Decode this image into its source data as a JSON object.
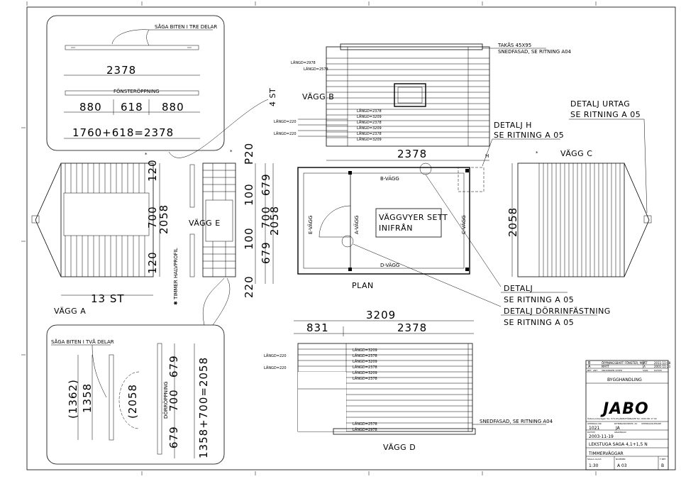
{
  "top_inset": {
    "note": "SÅGA BITEN I TRE DELAR",
    "dim_total": "2378",
    "window_label": "FÖNSTERÖPPNING",
    "dims": [
      "880",
      "618",
      "880"
    ],
    "formula": "1760+618=2378"
  },
  "wall_b": {
    "title": "VÄGG B",
    "left_lengths": [
      "LÄNGD=2978",
      "LÄNGD=2578",
      "LÄNGD=220",
      "LÄNGD=220"
    ],
    "right_lengths": [
      "LÄNGD=2378",
      "LÄNGD=3209",
      "LÄNGD=2378",
      "LÄNGD=3209",
      "LÄNGD=2378",
      "LÄNGD=3209"
    ],
    "roof_note_1": "TAKÅS 45X95",
    "roof_note_2": "SNEDFASAD, SE RITNING A04",
    "count": "4 ST",
    "dim_bottom": "2378"
  },
  "detail_h": {
    "line1": "DETALJ H",
    "line2": "SE RITNING A 05",
    "marker": "H"
  },
  "detail_urtag": {
    "line1": "DETALJ URTAG",
    "line2": "SE RITNING A 05"
  },
  "wall_c": {
    "title": "VÄGG C",
    "dim": "2058",
    "star": "*"
  },
  "wall_a": {
    "title": "VÄGG A",
    "count": "13 ST",
    "dims": [
      "120",
      "700",
      "2058",
      "120"
    ],
    "star": "*"
  },
  "wall_e": {
    "title": "VÄGG E",
    "profile_note": "✱ TIMMER HALVPROFIL",
    "dims_top": [
      "P20",
      "679",
      "100",
      "700",
      "2058",
      "100",
      "679",
      "220"
    ],
    "star": "*"
  },
  "plan": {
    "title": "PLAN",
    "b_wall": "B-VÄGG",
    "d_wall": "D-VÄGG",
    "e_wall": "E-VÄGG",
    "a_wall": "A-VÄGG",
    "c_wall": "C-VÄGG",
    "box_line1": "VÄGGVYER SETT",
    "box_line2": "INIFRÅN"
  },
  "detail_door": {
    "line1": "DETALJ",
    "line2": "SE RITNING A 05",
    "line3": "DETALJ DÖRRINFÄSTNING",
    "line4": "SE RITNING A 05"
  },
  "wall_d": {
    "title": "VÄGG D",
    "dim_total": "3209",
    "dims": [
      "831",
      "2378"
    ],
    "left_lengths": [
      "LÄNGD=220",
      "LÄNGD=220"
    ],
    "right_lengths": [
      "LÄNGD=3209",
      "LÄNGD=2378",
      "LÄNGD=3209",
      "LÄNGD=2378",
      "LÄNGD=3209",
      "LÄNGD=2378"
    ],
    "bottom_lengths": [
      "LÄNGD=2578",
      "LÄNGD=2978"
    ],
    "roof_note": "SNEDFASAD, SE RITNING A04"
  },
  "bottom_inset": {
    "note": "SÅGA BITEN I TVÅ DELAR",
    "dim_a": "(1362)",
    "dim_b": "1358",
    "dim_c": "(2058",
    "door_label": "DÖRRÖPPNING",
    "dims_v": [
      "679",
      "700",
      "679"
    ],
    "formula": "1358+700=2058"
  },
  "title_block": {
    "rev_rows": [
      [
        "B",
        "ÖPPNINGSBART FÖNSTER, MÅTT",
        "JA",
        "2011-11-08"
      ],
      [
        "A",
        "MÅTT",
        "JA",
        "2001-11-21"
      ]
    ],
    "rev_header": [
      "BET",
      "ANT",
      "ÄNDRINGEN AVSER",
      "SIGN",
      "DATUM"
    ],
    "status": "BYGGHANDLING",
    "company": "JABO",
    "address": "Östersundsvägen 5A, 574 93 JÄRBOFÖRNAMP Tel. 0320-86 17 00",
    "labels": [
      "UPPDRAG NR",
      "RITNINGSKONSTR. AV",
      "UPPDRAGSLEDARE",
      "DATUM",
      "GRANSKAD"
    ],
    "order_no": "1021",
    "drawn_by": "JA",
    "date": "2003-11-19",
    "project": "LEKSTUGA SAGA 4,1+1,5 N",
    "subject": "TIMMERVÄGGAR",
    "scale_label": "SKALA A1/A3",
    "number_label": "NUMMER",
    "rev_label": "T BET",
    "scale": "1:30",
    "number": "A 03",
    "rev": "B"
  }
}
